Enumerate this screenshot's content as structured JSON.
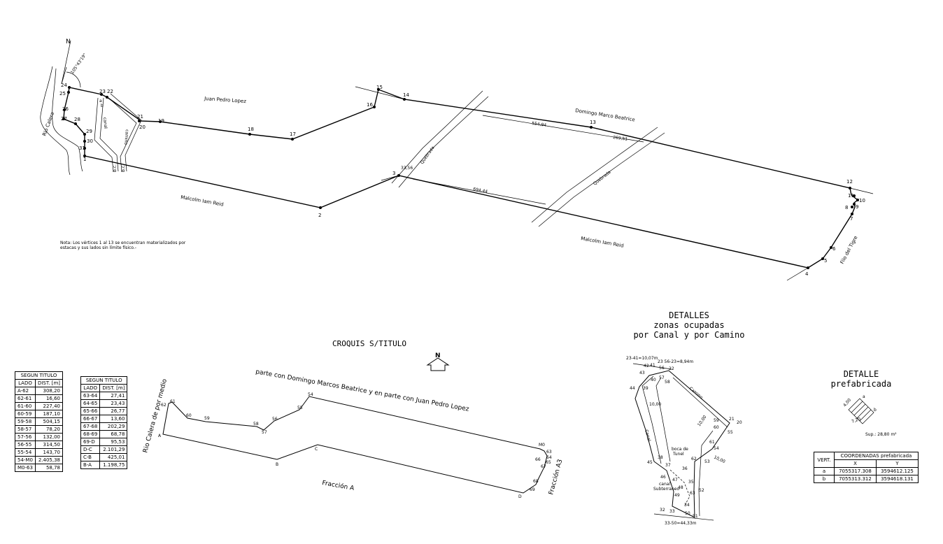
{
  "main_plan": {
    "vertices": [
      {
        "id": "1"
      },
      {
        "id": "2"
      },
      {
        "id": "3"
      },
      {
        "id": "4"
      },
      {
        "id": "5"
      },
      {
        "id": "6"
      },
      {
        "id": "7"
      },
      {
        "id": "8"
      },
      {
        "id": "9"
      },
      {
        "id": "10"
      },
      {
        "id": "11"
      },
      {
        "id": "12"
      },
      {
        "id": "13"
      },
      {
        "id": "14"
      },
      {
        "id": "15"
      },
      {
        "id": "16"
      },
      {
        "id": "17"
      },
      {
        "id": "18"
      },
      {
        "id": "19"
      },
      {
        "id": "20"
      },
      {
        "id": "21"
      },
      {
        "id": "22"
      },
      {
        "id": "23"
      },
      {
        "id": "24"
      },
      {
        "id": "25"
      },
      {
        "id": "26"
      },
      {
        "id": "27"
      },
      {
        "id": "28"
      },
      {
        "id": "29"
      },
      {
        "id": "30"
      },
      {
        "id": "31"
      }
    ],
    "neighbors": {
      "juan_pedro": "Juan Pedro Lopez",
      "domingo": "Domingo Marco Beatrice",
      "malcolm_1": "Malcolm Iam Reid",
      "malcolm_2": "Malcolm Iam Reid",
      "rio": "Rio Calera",
      "filo": "Filo del Tigre"
    },
    "labels": {
      "north": "N",
      "angle": "105°43'19\"",
      "canal": "canal",
      "camino": "camino",
      "quebrada_1": "Quebrada",
      "quebrada_2": "Quebrada",
      "bc1": "b.c.",
      "bc2": "b.c.",
      "a": "a",
      "b": "b"
    },
    "dimensions": {
      "d1": "554,94",
      "d2": "269,51",
      "d3": "694,44",
      "d4": "33,56"
    },
    "note_line1": "Nota: Los vértices 1 al 13 se encuentran materializados por",
    "note_line2": "estacas y sus lados sin límite físico.-"
  },
  "croquis": {
    "title": "CROQUIS S/TITULO",
    "north": "N",
    "north_side": "parte con Domingo Marcos Beatrice y en parte con Juan Pedro Lopez",
    "west_side": "Rio Calera de por medio",
    "fraccion_a": "Fracción A",
    "fraccion_a3": "Fracción A3",
    "points": [
      "62",
      "61",
      "60",
      "59",
      "58",
      "57",
      "56",
      "55",
      "54",
      "M0",
      "63",
      "64",
      "65",
      "66",
      "67",
      "68",
      "69",
      "D",
      "C",
      "B",
      "A"
    ]
  },
  "tables": {
    "t1": {
      "title": "SEGUN TITULO",
      "col_lado": "LADO",
      "col_dist": "DIST. [m]",
      "rows": [
        [
          "A-62",
          "308,20"
        ],
        [
          "62-61",
          "16,60"
        ],
        [
          "61-60",
          "227,40"
        ],
        [
          "60-59",
          "187,10"
        ],
        [
          "59-58",
          "504,15"
        ],
        [
          "58-57",
          "78,20"
        ],
        [
          "57-56",
          "132,00"
        ],
        [
          "56-55",
          "314,50"
        ],
        [
          "55-54",
          "143,70"
        ],
        [
          "54-M0",
          "2.405,38"
        ],
        [
          "M0-63",
          "58,78"
        ]
      ]
    },
    "t2": {
      "title": "SEGUN TITULO",
      "col_lado": "LADO",
      "col_dist": "DIST. [m]",
      "rows": [
        [
          "63-64",
          "27,41"
        ],
        [
          "64-65",
          "23,43"
        ],
        [
          "65-66",
          "26,77"
        ],
        [
          "66-67",
          "13,60"
        ],
        [
          "67-68",
          "202,29"
        ],
        [
          "68-69",
          "68,78"
        ],
        [
          "69-D",
          "95,53"
        ],
        [
          "D-C",
          "2.101,29"
        ],
        [
          "C-B",
          "425,01"
        ],
        [
          "B-A",
          "1.198,75"
        ]
      ]
    }
  },
  "detalles": {
    "title1": "DETALLES",
    "title2": "zonas ocupadas",
    "title3": "por Canal y por Camino",
    "dim_top_left": "23-41=10,07m",
    "dim_top_right": "23 56-23=8,94m",
    "dim_bottom": "33-50=44,33m",
    "dim_10a": "10,00",
    "dim_10b": "10,00",
    "dim_10c": "10,00",
    "canal": "Canal",
    "camino": "Camino",
    "boca1": "boca de",
    "boca2": "Tunel",
    "canal_sub1": "canal",
    "canal_sub2": "Subterraneo",
    "points": [
      "42",
      "41",
      "56",
      "22",
      "43",
      "40",
      "57",
      "58",
      "44",
      "39",
      "21",
      "20",
      "59",
      "55",
      "60",
      "61",
      "54",
      "62",
      "53",
      "38",
      "37",
      "36",
      "45",
      "46",
      "47",
      "35",
      "48",
      "63",
      "52",
      "49",
      "34",
      "32",
      "33",
      "50",
      "51"
    ]
  },
  "prefab": {
    "title1": "DETALLE",
    "title2": "prefabricada",
    "sup": "Sup.: 28,80 m²",
    "dim1": "4,00",
    "dim2": "7,20",
    "a": "a",
    "b": "b",
    "table": {
      "col_vert": "VERT.",
      "col_coord": "COORDENADAS prefabricada",
      "col_x": "X",
      "col_y": "Y",
      "rows": [
        [
          "a",
          "7055317.308",
          "3594612.125"
        ],
        [
          "b",
          "7055313.312",
          "3594618.131"
        ]
      ]
    }
  }
}
